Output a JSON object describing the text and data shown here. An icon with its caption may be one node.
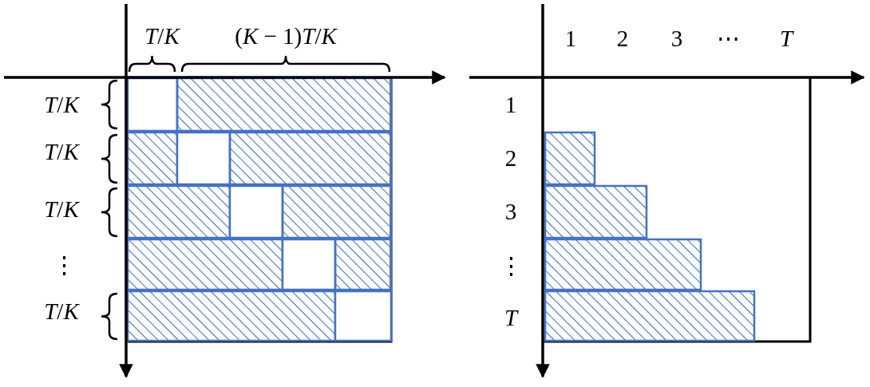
{
  "diagram": {
    "labels": [
      "*T*/*K*",
      "(*K* − 1)*T*/*K*",
      "1",
      "2",
      "3",
      "⋯",
      "*T*",
      "*T*/*K*",
      "1",
      "*T*/*K*",
      "2",
      "*T*/*K*",
      "3",
      "⋮",
      "⋮",
      "*T*/*K*",
      "*T*"
    ]
  }
}
